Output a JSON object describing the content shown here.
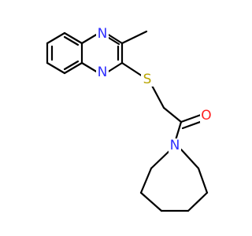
{
  "atoms": {
    "n_top": {
      "label": "N",
      "color": "#2f2fff"
    },
    "n_bottom": {
      "label": "N",
      "color": "#2f2fff"
    },
    "s": {
      "label": "S",
      "color": "#b8a400"
    },
    "o": {
      "label": "O",
      "color": "#ff1f1f"
    },
    "n_ring": {
      "label": "N",
      "color": "#2f2fff"
    }
  }
}
